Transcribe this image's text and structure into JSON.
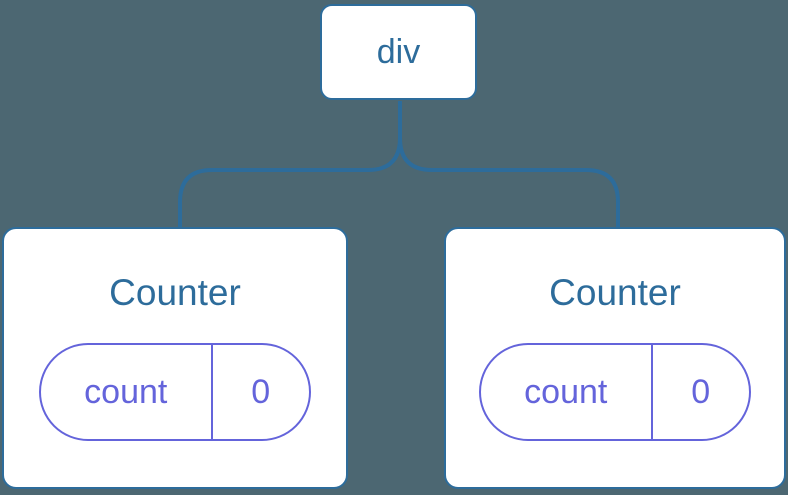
{
  "diagram": {
    "colors": {
      "background": "#4C6772",
      "accent_blue": "#2D6C9B",
      "accent_purple": "#6464DB",
      "node_fill": "#FFFFFF"
    },
    "root": {
      "label": "div"
    },
    "children": [
      {
        "title": "Counter",
        "state": {
          "key": "count",
          "value": "0"
        }
      },
      {
        "title": "Counter",
        "state": {
          "key": "count",
          "value": "0"
        }
      }
    ]
  }
}
